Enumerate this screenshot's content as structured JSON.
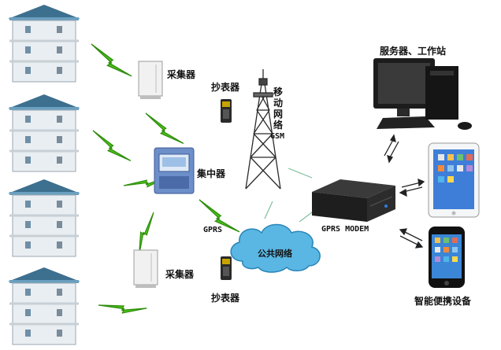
{
  "labels": {
    "collector_top": "采集器",
    "collector_bottom": "采集器",
    "meter_reader_top": "抄表器",
    "meter_reader_bottom": "抄表器",
    "mobile_network": "移动网络",
    "gsm": "GSM",
    "concentrator": "集中器",
    "gprs": "GPRS",
    "public_network": "公共网络",
    "gprs_modem": "GPRS MODEM",
    "server_workstation": "服务器、工作站",
    "smart_portable": "智能便携设备"
  },
  "colors": {
    "lightning": "#4fc21a",
    "building_wall": "#e9eef2",
    "roof": "#3d6f8f",
    "cloud": "#57b3df",
    "dark_device": "#1e1e1e",
    "concentrator_blue": "#6d8fc9"
  }
}
